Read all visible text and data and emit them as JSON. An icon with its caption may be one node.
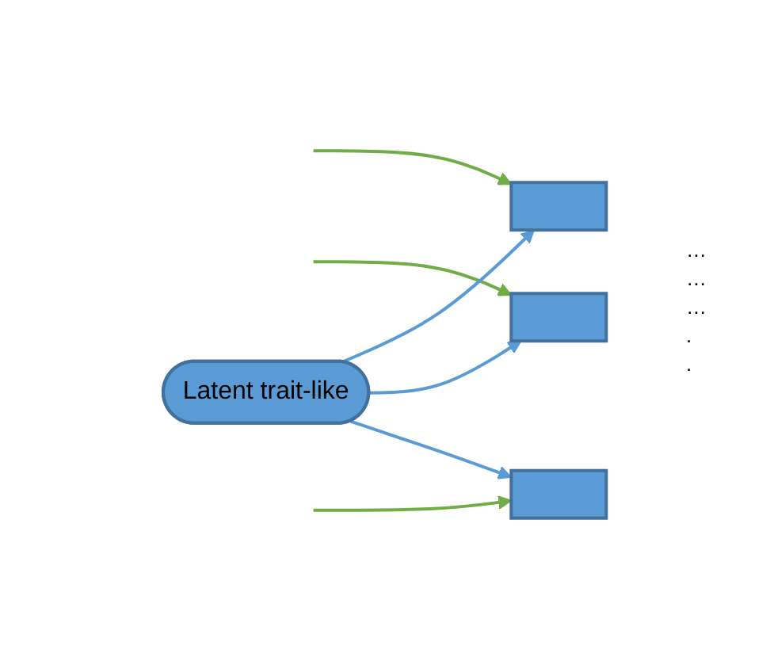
{
  "diagram": {
    "nodes": [
      {
        "text": [],
        "shape": "box"
      },
      {
        "text": [],
        "shape": "box"
      },
      {
        "text": [],
        "shape": "box"
      },
      {
        "text": [
          "Latent trait-like"
        ]
      }
    ],
    "edges": [
      {
        "from": null,
        "to": 0,
        "arrow": "to",
        "color": "#70ad47"
      },
      {
        "from": null,
        "to": 1,
        "arrow": "to",
        "color": "#70ad47"
      },
      {
        "from": null,
        "to": 2,
        "arrow": "to",
        "color": "#70ad47"
      },
      {
        "from": 3,
        "to": 0,
        "arrow": "to",
        "color": "#5b9bd5"
      },
      {
        "from": 3,
        "to": 1,
        "arrow": "to",
        "color": "#5b9bd5"
      },
      {
        "from": 3,
        "to": 2,
        "arrow": "to",
        "color": "#5b9bd5"
      }
    ],
    "labels": [
      "…",
      "…",
      "…",
      ".",
      "."
    ]
  }
}
